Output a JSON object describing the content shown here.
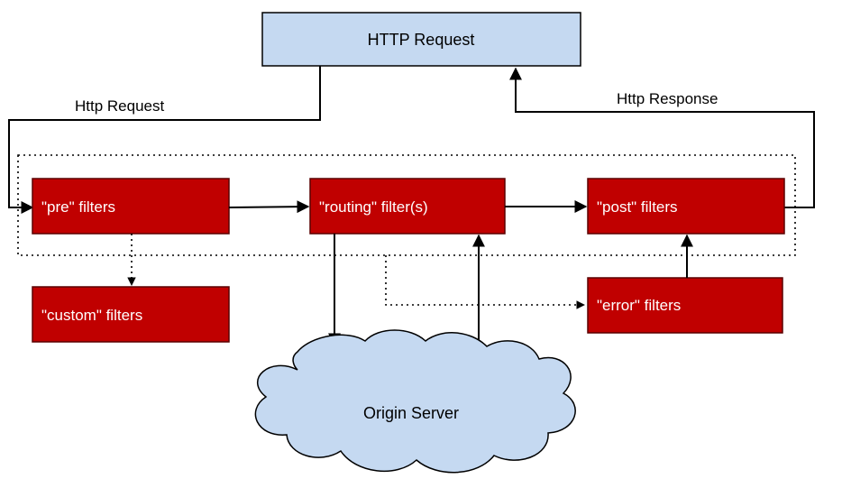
{
  "colors": {
    "filter_box": "#c00000",
    "filter_border": "#5a0000",
    "http_box": "#c5d9f1",
    "cloud": "#c5d9f1",
    "line": "#000000"
  },
  "nodes": {
    "http_request_box": "HTTP Request",
    "pre_filters": "\"pre\" filters",
    "routing_filters": "\"routing\" filter(s)",
    "post_filters": "\"post\" filters",
    "custom_filters": "\"custom\" filters",
    "error_filters": "\"error\" filters",
    "origin_server": "Origin Server"
  },
  "edges": {
    "http_request_label": "Http Request",
    "http_response_label": "Http Response"
  }
}
